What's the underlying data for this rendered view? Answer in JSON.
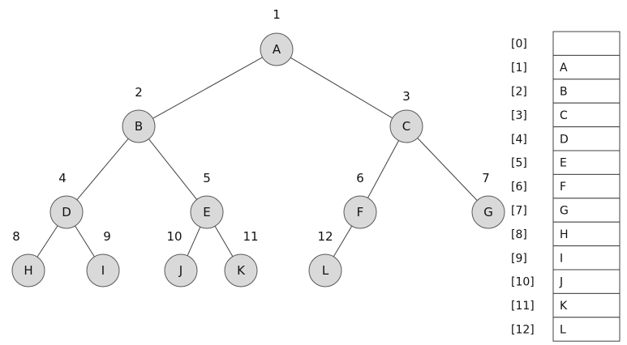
{
  "tree": {
    "nodes": [
      {
        "index": "1",
        "label": "A"
      },
      {
        "index": "2",
        "label": "B"
      },
      {
        "index": "3",
        "label": "C"
      },
      {
        "index": "4",
        "label": "D"
      },
      {
        "index": "5",
        "label": "E"
      },
      {
        "index": "6",
        "label": "F"
      },
      {
        "index": "7",
        "label": "G"
      },
      {
        "index": "8",
        "label": "H"
      },
      {
        "index": "9",
        "label": "I"
      },
      {
        "index": "10",
        "label": "J"
      },
      {
        "index": "11",
        "label": "K"
      },
      {
        "index": "12",
        "label": "L"
      }
    ],
    "edges": [
      [
        "A",
        "B"
      ],
      [
        "A",
        "C"
      ],
      [
        "B",
        "D"
      ],
      [
        "B",
        "E"
      ],
      [
        "C",
        "F"
      ],
      [
        "C",
        "G"
      ],
      [
        "D",
        "H"
      ],
      [
        "D",
        "I"
      ],
      [
        "E",
        "J"
      ],
      [
        "E",
        "K"
      ],
      [
        "F",
        "L"
      ]
    ]
  },
  "array": {
    "rows": [
      {
        "index": "[0]",
        "value": ""
      },
      {
        "index": "[1]",
        "value": "A"
      },
      {
        "index": "[2]",
        "value": "B"
      },
      {
        "index": "[3]",
        "value": "C"
      },
      {
        "index": "[4]",
        "value": "D"
      },
      {
        "index": "[5]",
        "value": "E"
      },
      {
        "index": "[6]",
        "value": "F"
      },
      {
        "index": "[7]",
        "value": "G"
      },
      {
        "index": "[8]",
        "value": "H"
      },
      {
        "index": "[9]",
        "value": "I"
      },
      {
        "index": "[10]",
        "value": "J"
      },
      {
        "index": "[11]",
        "value": "K"
      },
      {
        "index": "[12]",
        "value": "L"
      }
    ]
  }
}
